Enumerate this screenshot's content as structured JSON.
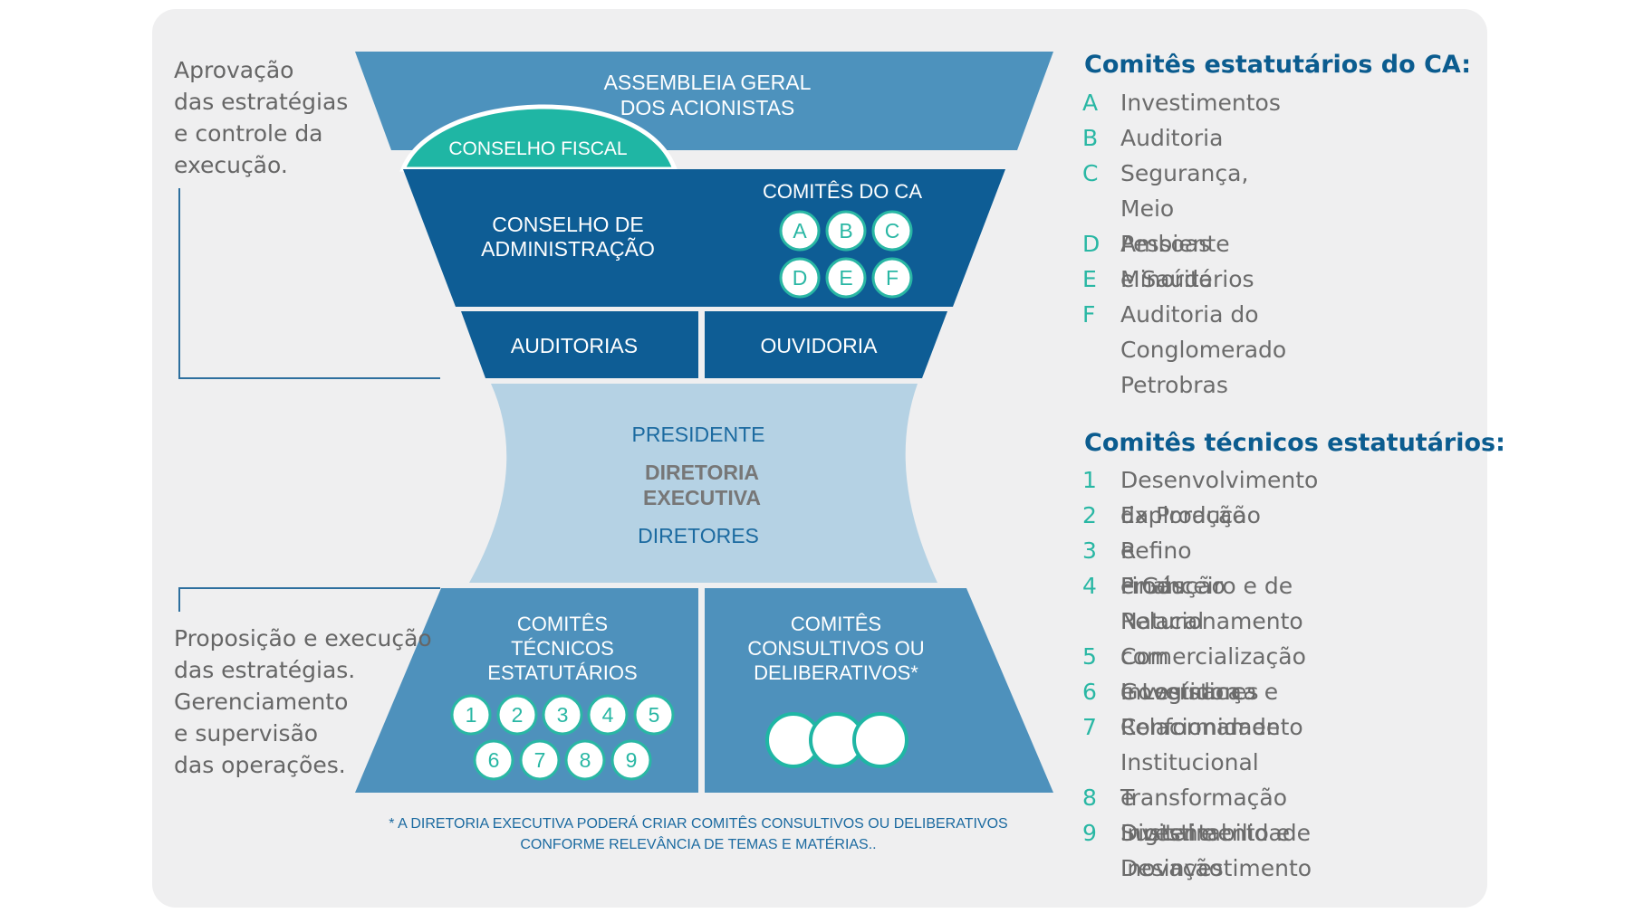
{
  "colors": {
    "card_bg": "#efeff0",
    "assembly": "#4d92bd",
    "fiscal": "#1fb6a4",
    "board": "#0e5d95",
    "executive": "#b5d2e4",
    "committees": "#4e91bc",
    "text_on_dark": "#ffffff",
    "executive_blue": "#1b6aa0",
    "executive_gray": "#777777",
    "accent_teal": "#29b7a4",
    "heading_blue": "#0b5c8f",
    "body_gray": "#6b6b6b"
  },
  "left_notes": {
    "approval": "Aprovação\ndas estratégias\ne controle da\nexecução.",
    "proposal": "Proposição e execução\ndas estratégias.\nGerenciamento\ne supervisão\ndas operações."
  },
  "diagram": {
    "assembly": {
      "line1": "ASSEMBLEIA GERAL",
      "line2": "DOS ACIONISTAS"
    },
    "fiscal_council": "CONSELHO FISCAL",
    "board": {
      "line1": "CONSELHO DE",
      "line2": "ADMINISTRAÇÃO"
    },
    "board_committees": {
      "title": "COMITÊS DO CA",
      "badges": [
        "A",
        "B",
        "C",
        "D",
        "E",
        "F"
      ]
    },
    "audits": "AUDITORIAS",
    "ombudsman": "OUVIDORIA",
    "executive": {
      "president": "PRESIDENTE",
      "board_line1": "DIRETORIA",
      "board_line2": "EXECUTIVA",
      "directors": "DIRETORES"
    },
    "technical_committees": {
      "line1": "COMITÊS",
      "line2": "TÉCNICOS",
      "line3": "ESTATUTÁRIOS",
      "badges": [
        "1",
        "2",
        "3",
        "4",
        "5",
        "6",
        "7",
        "8",
        "9"
      ]
    },
    "consultative_committees": {
      "line1": "COMITÊS",
      "line2": "CONSULTIVOS OU",
      "line3": "DELIBERATIVOS*"
    },
    "footnote": {
      "line1": "* A DIRETORIA EXECUTIVA PODERÁ CRIAR COMITÊS CONSULTIVOS OU DELIBERATIVOS",
      "line2": "CONFORME RELEVÂNCIA DE TEMAS E MATÉRIAS.."
    }
  },
  "ca_committees": {
    "title": "Comitês estatutários do CA:",
    "items": [
      {
        "key": "A",
        "text": "Investimentos"
      },
      {
        "key": "B",
        "text": "Auditoria"
      },
      {
        "key": "C",
        "text": "Segurança, Meio Ambiente\ne Saúde"
      },
      {
        "key": "D",
        "text": "Pessoas"
      },
      {
        "key": "E",
        "text": "Minoritários"
      },
      {
        "key": "F",
        "text": "Auditoria do Conglomerado\nPetrobras"
      }
    ]
  },
  "technical_list": {
    "title": "Comitês técnicos estatutários:",
    "items": [
      {
        "key": "1",
        "text": "Desenvolvimento da Produção"
      },
      {
        "key": "2",
        "text": "Exploração e Produção"
      },
      {
        "key": "3",
        "text": "Refino e Gás Natural"
      },
      {
        "key": "4",
        "text": "Financeiro e de Relacionamento\ncom Investidores"
      },
      {
        "key": "5",
        "text": "Comercialização e Logística"
      },
      {
        "key": "6",
        "text": "Governança e Conformidade"
      },
      {
        "key": "7",
        "text": "Relacionamento Institucional\ne Sustentabilidade"
      },
      {
        "key": "8",
        "text": "Transformação Digital e Inovação"
      },
      {
        "key": "9",
        "text": "Investimento e Desinvestimento"
      }
    ]
  }
}
